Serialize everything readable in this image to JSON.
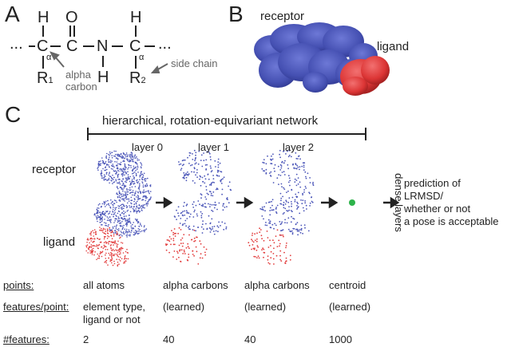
{
  "panels": {
    "a": "A",
    "b": "B",
    "c": "C"
  },
  "molecule": {
    "ellipsis_left": "...",
    "ellipsis_right": "...",
    "atoms": {
      "h1": "H",
      "c1": "C",
      "alpha1": "α",
      "c2": "C",
      "o": "O",
      "n": "N",
      "h_n": "H",
      "h2": "H",
      "c3": "C",
      "alpha2": "α",
      "r1": "R",
      "r1_sub": "1",
      "r2": "R",
      "r2_sub": "2"
    },
    "annotation_alpha": [
      "alpha",
      "carbon"
    ],
    "annotation_side_chain": "side chain"
  },
  "complex": {
    "receptor": "receptor",
    "ligand": "ligand",
    "receptor_color": "#4a55b8",
    "ligand_color": "#e23b3b"
  },
  "network": {
    "title": "hierarchical, rotation-equivariant network",
    "layers": [
      "layer 0",
      "layer 1",
      "layer 2"
    ],
    "receptor_label": "receptor",
    "ligand_label": "ligand",
    "dense_label": "dense layers",
    "output_label": [
      "prediction of",
      "LRMSD/",
      "whether or not",
      "a pose is acceptable"
    ],
    "centroid_color": "#2db34a"
  },
  "table": {
    "rows": [
      {
        "head": "points:",
        "cells": [
          "all atoms",
          "alpha carbons",
          "alpha carbons",
          "centroid"
        ]
      },
      {
        "head": "features/point:",
        "cells": [
          "element type,\nligand or not",
          "(learned)",
          "(learned)",
          "(learned)"
        ]
      },
      {
        "head": "#features:",
        "cells": [
          "2",
          "40",
          "40",
          "1000"
        ]
      }
    ]
  }
}
